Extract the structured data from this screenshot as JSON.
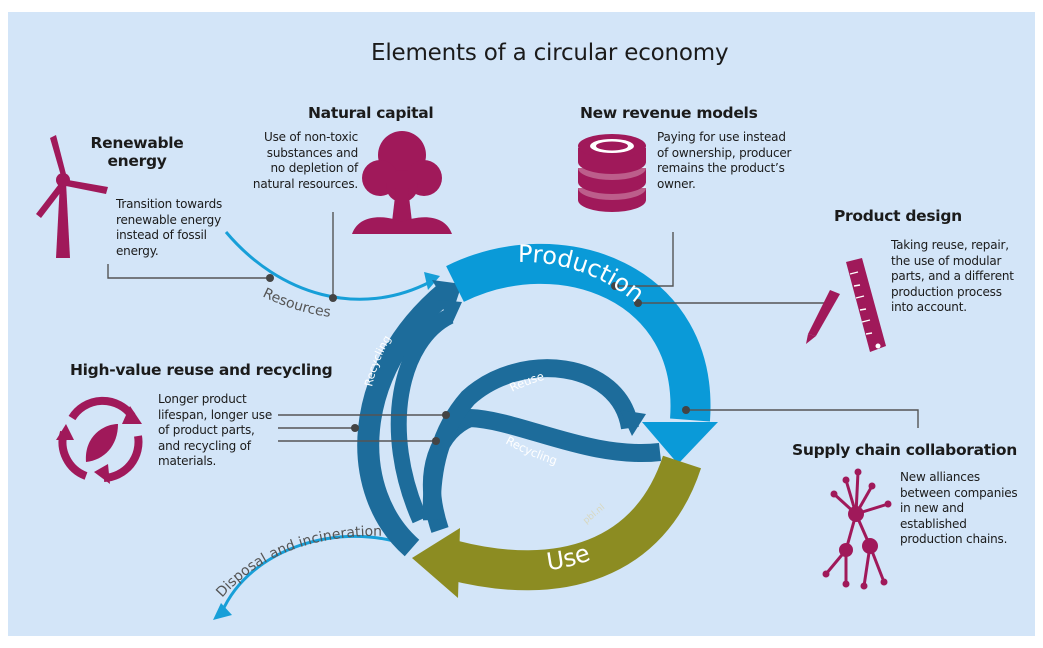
{
  "title": "Elements of a circular economy",
  "colors": {
    "background": "#d3e5f8",
    "magenta": "#a0195a",
    "production": "#0a9ad8",
    "recycling": "#1b6c9a",
    "use": "#8c8c22",
    "resources": "#179fd8"
  },
  "sections": {
    "renewable_energy": {
      "heading_line1": "Renewable",
      "heading_line2": "energy",
      "text": [
        "Transition towards",
        "renewable energy",
        "instead of fossil",
        "energy."
      ],
      "icon": "wind-turbine-icon"
    },
    "natural_capital": {
      "heading": "Natural capital",
      "text": [
        "Use of non-toxic",
        "substances and",
        "no depletion of",
        "natural resources."
      ],
      "icon": "tree-icon"
    },
    "new_revenue_models": {
      "heading": "New revenue models",
      "text": [
        "Paying for use instead",
        "of ownership, producer",
        "remains the product’s",
        "owner."
      ],
      "icon": "coin-stack-icon"
    },
    "product_design": {
      "heading": "Product design",
      "text": [
        "Taking reuse, repair,",
        "the use of modular",
        "parts, and a different",
        "production process",
        "into account."
      ],
      "icon": "ruler-pencil-icon"
    },
    "high_value_reuse": {
      "heading": "High-value reuse and recycling",
      "text": [
        "Longer product",
        "lifespan, longer use",
        "of product parts,",
        "and recycling of",
        "materials."
      ],
      "icon": "recycle-leaf-icon"
    },
    "supply_chain": {
      "heading": "Supply chain collaboration",
      "text": [
        "New alliances",
        "between companies",
        "in new and",
        "established",
        "production chains."
      ],
      "icon": "network-icon"
    }
  },
  "flows": {
    "resources": "Resources",
    "production": "Production",
    "use": "Use",
    "reuse": "Reuse",
    "recycling_outer": "Recycling",
    "recycling_inner": "Recycling",
    "disposal": "Disposal and incineration",
    "credit": "pbl.nl"
  }
}
